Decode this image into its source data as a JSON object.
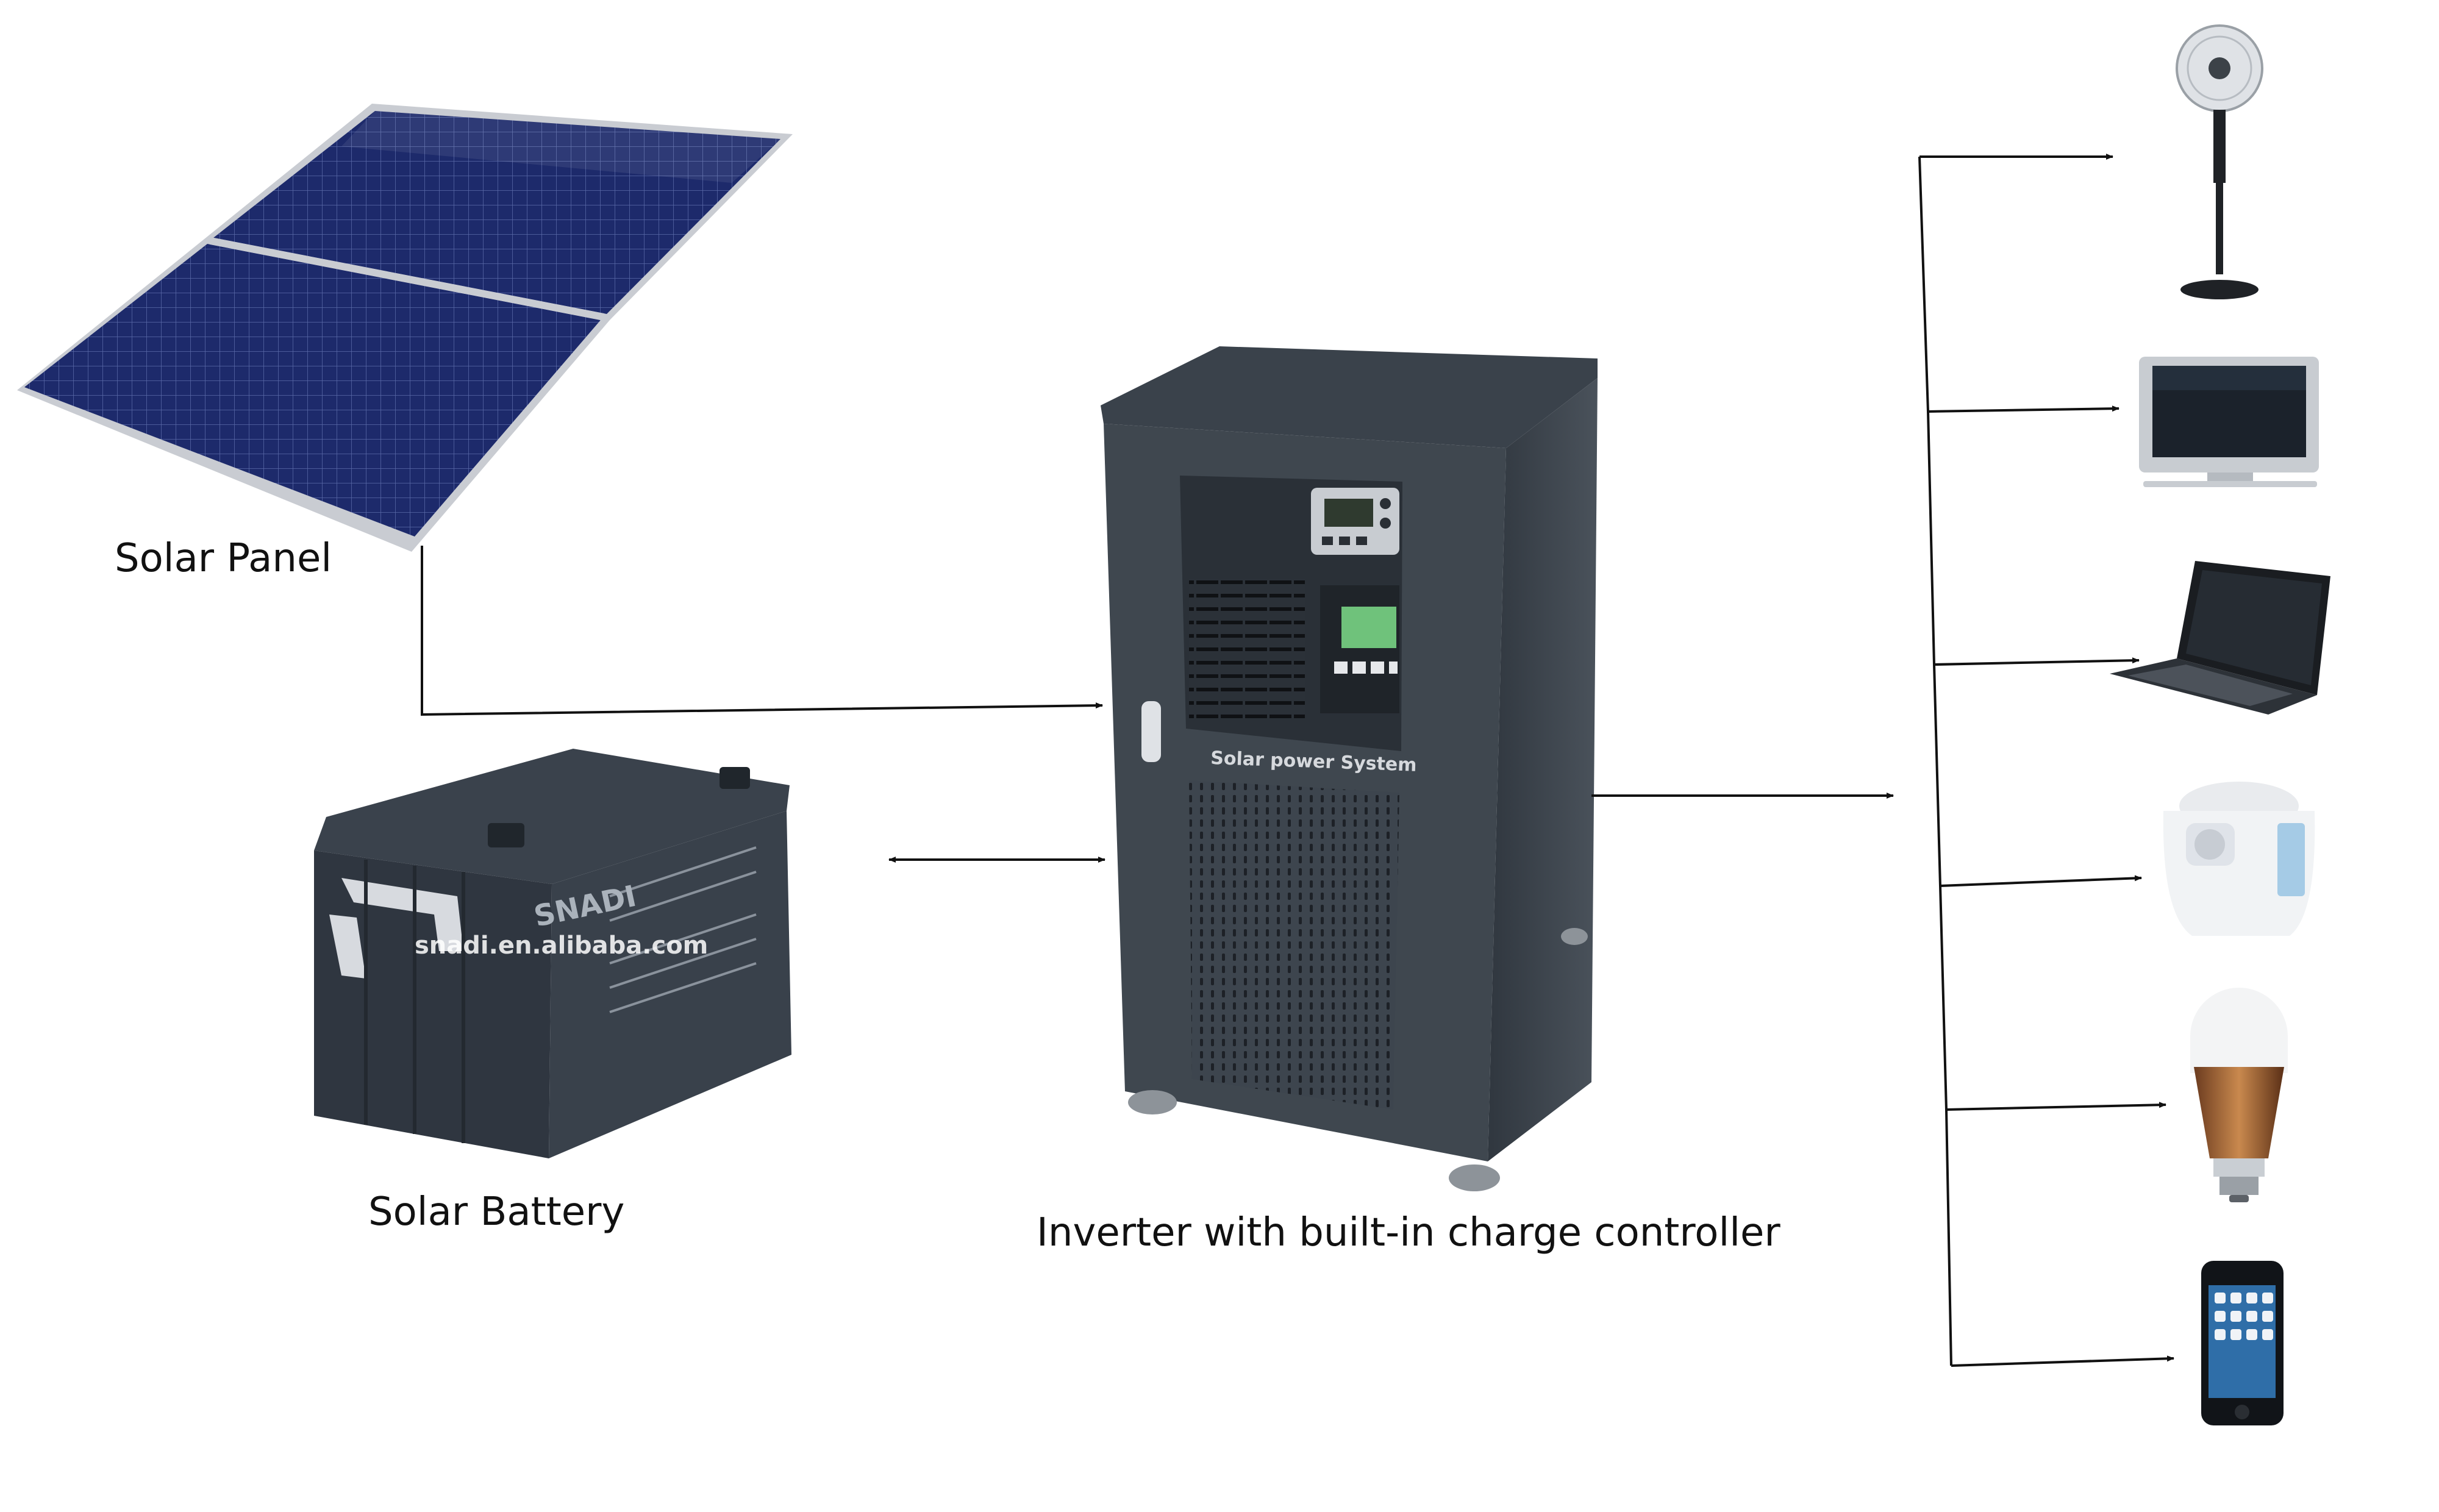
{
  "labels": {
    "solar_panel": "Solar Panel",
    "solar_battery": "Solar Battery",
    "inverter": "Inverter with built-in charge controller"
  },
  "watermark": "snadi.en.alibaba.com",
  "inverter_cabinet_text": "Solar power System",
  "battery_brand": "SNADI",
  "colors": {
    "panel_cell": "#1d2a6b",
    "panel_frame": "#c9ccd2",
    "cabinet": "#3d454e",
    "battery": "#2f3640",
    "line": "#111111",
    "lcd": "#6fc27b"
  },
  "appliances": [
    {
      "icon": "standing-fan-icon"
    },
    {
      "icon": "television-icon"
    },
    {
      "icon": "laptop-icon"
    },
    {
      "icon": "rice-cooker-icon"
    },
    {
      "icon": "light-bulb-icon"
    },
    {
      "icon": "smartphone-icon"
    }
  ]
}
